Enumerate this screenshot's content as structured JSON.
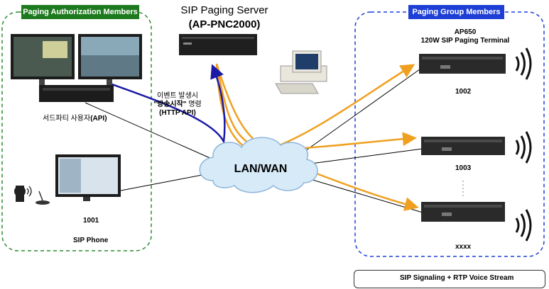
{
  "colors": {
    "left_group_border": "#2e8b2e",
    "left_header_bg": "#1e7a1e",
    "right_group_border": "#1d3fd6",
    "right_header_bg": "#1d3fd6",
    "signaling_line": "#1a1aa6",
    "orange_line": "#f0a020",
    "black_line": "#000000"
  },
  "left_group": {
    "title": "Paging Authorization Members"
  },
  "right_group": {
    "title": "Paging Group Members"
  },
  "server": {
    "title": "SIP Paging Server",
    "model": "(AP-PNC2000)"
  },
  "cloud": {
    "label": "LAN/WAN"
  },
  "third_party": {
    "label_prefix": "서드파티 사용자",
    "label_suffix": "(API)",
    "event_line1": "이벤트 발생시",
    "event_line2_bold": "\"방송시작\"",
    "event_line2_rest": " 명령",
    "event_line3": "(HTTP API)"
  },
  "sip_phone": {
    "extension": "1001",
    "label": "SIP Phone"
  },
  "terminals": {
    "model": "AP650",
    "description": "120W SIP Paging Terminal",
    "items": [
      {
        "extension": "1002"
      },
      {
        "extension": "1003"
      },
      {
        "extension": "xxxx"
      }
    ]
  },
  "legend": {
    "label": "SIP Signaling + RTP Voice Stream"
  },
  "icons": [
    "monitor-icon",
    "computer-icon",
    "server-icon",
    "speaker-waves-icon",
    "person-speaking-icon",
    "microphone-icon",
    "cloud-icon"
  ]
}
